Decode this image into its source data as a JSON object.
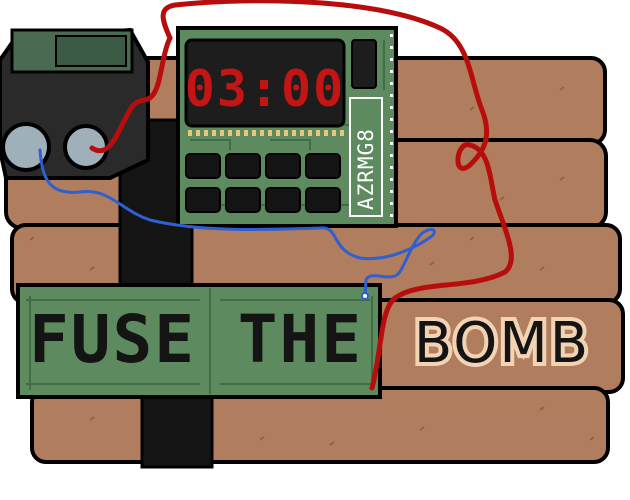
{
  "timer": {
    "display": "03:00"
  },
  "board_code": "AZRMG8",
  "title": {
    "left_text": "FUSE THE",
    "right_text": "BOMB"
  },
  "colors": {
    "dynamite": "#b07e5e",
    "dynamite_dark": "#8a5f44",
    "pcb": "#5d8a5f",
    "pcb_dark": "#3f6d44",
    "tape": "#141414",
    "battery": "#2a2a2a",
    "battery_green": "#4a6b52",
    "red_wire": "#b80d0d",
    "blue_wire": "#2f5fd0",
    "led_red": "#c41515",
    "outline": "#000000"
  },
  "icons": {
    "battery": "battery-icon",
    "timer": "timer-icon",
    "chip": "chip-icon"
  }
}
